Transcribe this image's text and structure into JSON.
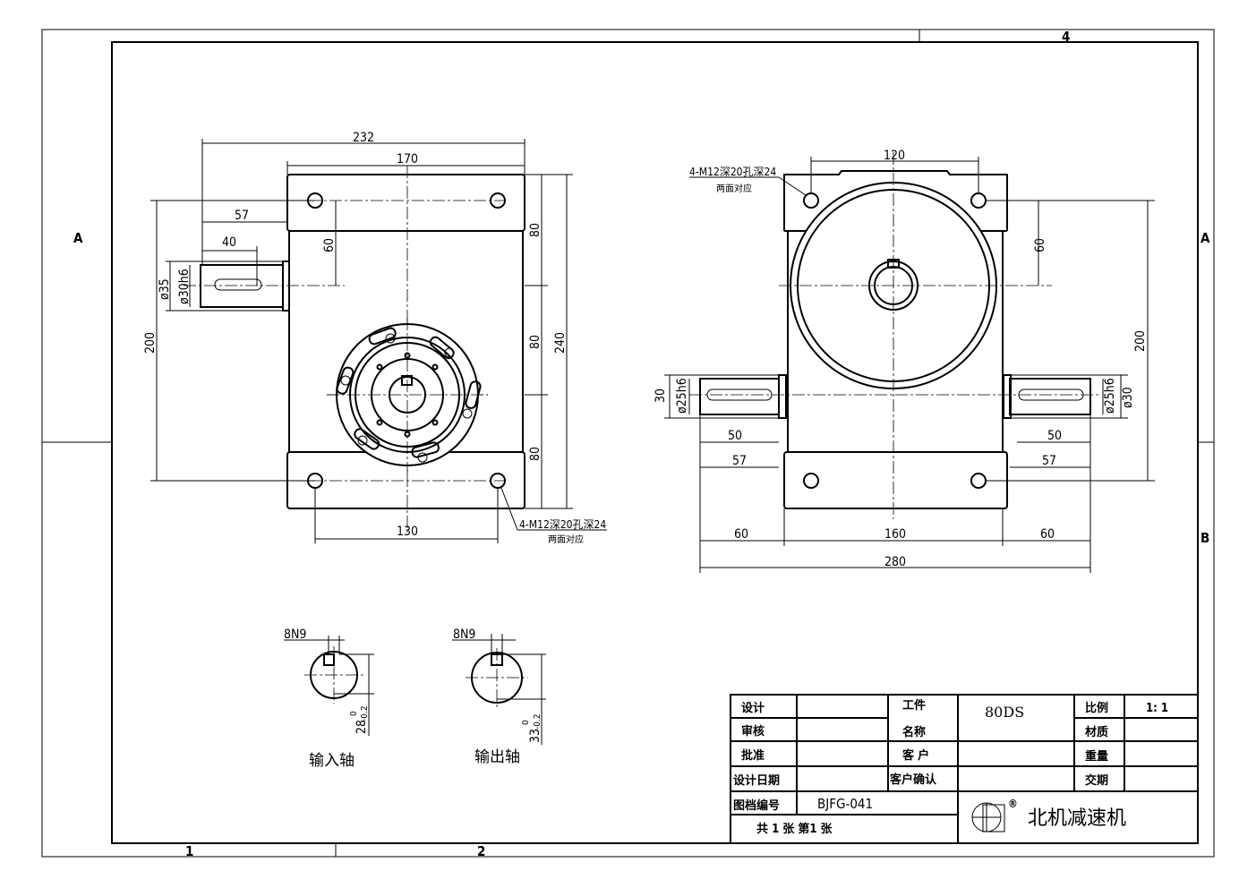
{
  "zones": {
    "top_4": "4",
    "bottom_1": "1",
    "bottom_2": "2",
    "left_a": "A",
    "right_a": "A",
    "right_b": "B"
  },
  "front_view": {
    "dims": {
      "d232": "232",
      "d170": "170",
      "d57": "57",
      "d40": "40",
      "d60": "60",
      "d200": "200",
      "phi35": "ø35",
      "phi30h6": "ø30h6",
      "d80a": "80",
      "d80b": "80",
      "d80c": "80",
      "d240": "240",
      "d130": "130"
    },
    "callout": "4-M12深20孔深24",
    "callout_note": "两面对应"
  },
  "side_view": {
    "dims": {
      "d120": "120",
      "d60": "60",
      "d200": "200",
      "d30": "30",
      "phi25h6_left": "ø25h6",
      "phi25h6_right": "ø25h6",
      "phi30": "ø30",
      "d50_left": "50",
      "d57_left": "57",
      "d50_right": "50",
      "d57_right": "57",
      "d60_left": "60",
      "d160": "160",
      "d60_right": "60",
      "d280": "280"
    },
    "callout": "4-M12深20孔深24",
    "callout_note": "两面对应"
  },
  "sections": [
    {
      "key": "8N9",
      "dim": "28",
      "tol_upper": "0",
      "tol_lower": "-0.2",
      "label": "输入轴"
    },
    {
      "key": "8N9",
      "dim": "33",
      "tol_upper": "0",
      "tol_lower": "-0.2",
      "label": "输出轴"
    }
  ],
  "title_block": {
    "design": "设计",
    "review": "审核",
    "approve": "批准",
    "design_date": "设计日期",
    "part_name_1": "工件",
    "part_name_2": "名称",
    "part_name_value": "80DS",
    "customer": "客 户",
    "customer_confirm": "客户确认",
    "scale": "比例",
    "scale_value": "1: 1",
    "material": "材质",
    "weight": "重量",
    "delivery": "交期",
    "drawing_no": "图档编号",
    "drawing_no_value": "BJFG-041",
    "sheets": "共 1 张 第1 张",
    "company": "北机减速机",
    "registered": "®"
  }
}
